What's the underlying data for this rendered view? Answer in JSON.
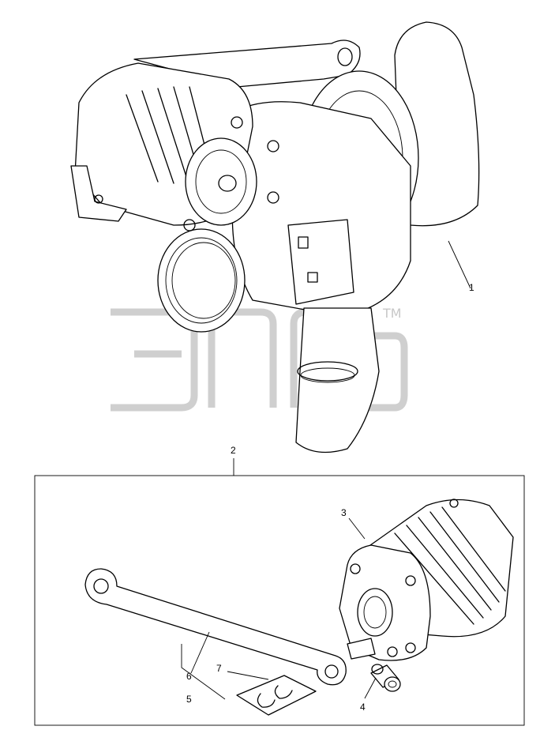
{
  "watermark": {
    "trademark": "TM"
  },
  "callouts": [
    {
      "number": "1"
    },
    {
      "number": "2"
    },
    {
      "number": "3"
    },
    {
      "number": "4"
    },
    {
      "number": "5"
    },
    {
      "number": "6"
    },
    {
      "number": "7"
    }
  ]
}
